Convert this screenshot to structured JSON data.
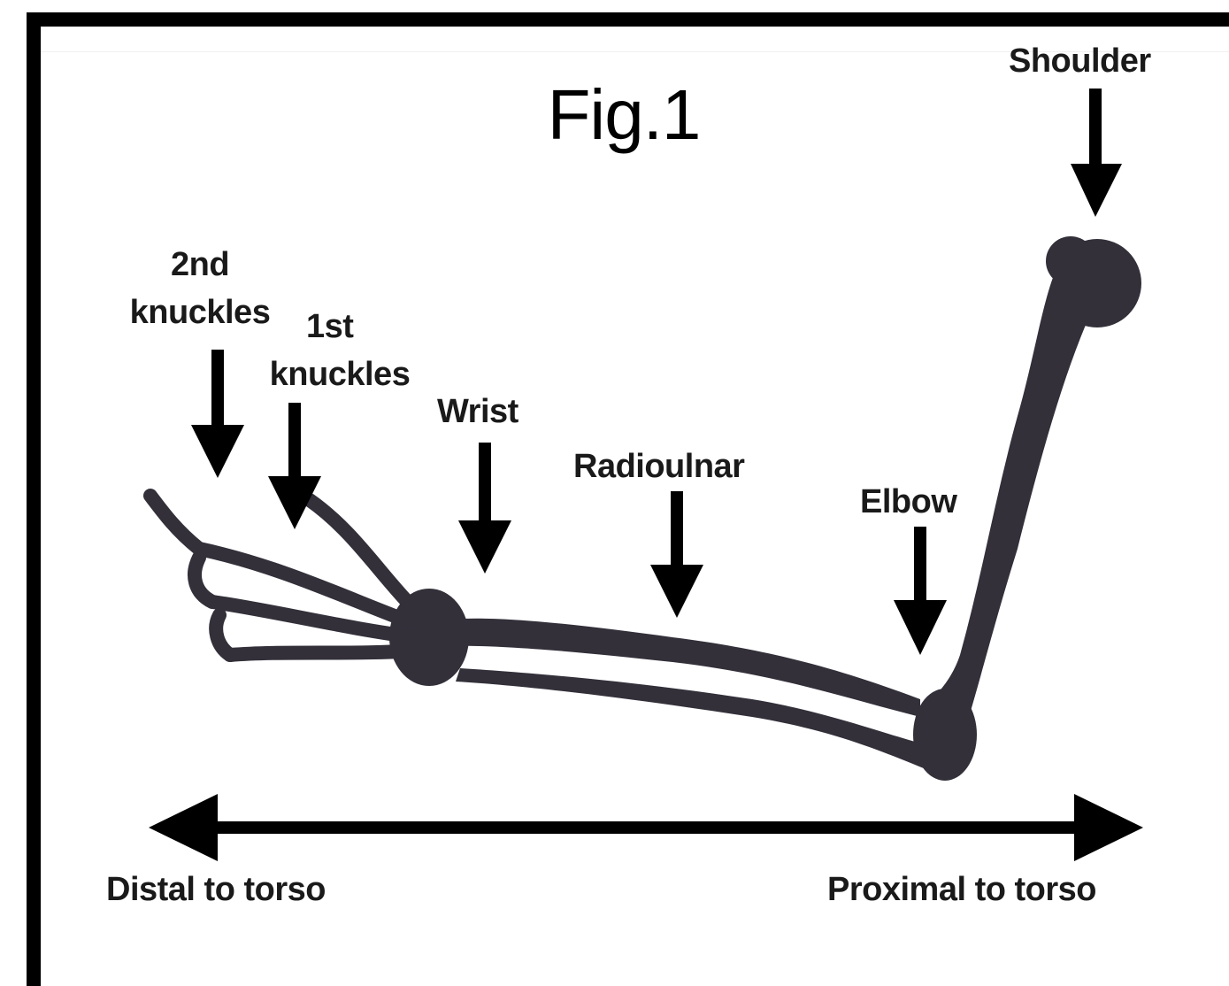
{
  "figure": {
    "title": "Fig.1",
    "labels": {
      "shoulder": "Shoulder",
      "second_knuckles_line1": "2nd",
      "second_knuckles_line2": "knuckles",
      "first_knuckles_line1": "1st",
      "first_knuckles_line2": "knuckles",
      "wrist": "Wrist",
      "radioulnar": "Radioulnar",
      "elbow": "Elbow",
      "distal": "Distal to torso",
      "proximal": "Proximal to torso"
    },
    "colors": {
      "bone": "#33303a",
      "arrow": "#000000",
      "text": "#1a1a1a",
      "frame": "#000000"
    }
  }
}
